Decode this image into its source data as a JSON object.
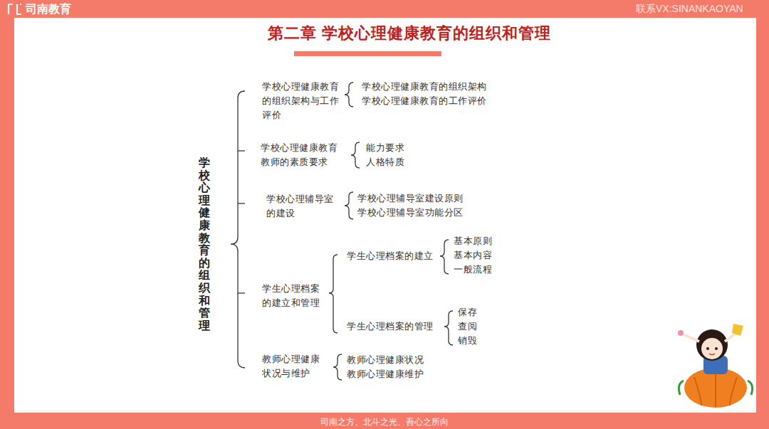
{
  "diagram": {
    "title": "第二章 学校心理健康教育的组织和管理",
    "nodes": [
      {
        "text": [
          "学校心理健康教育的组织和管理"
        ]
      },
      {
        "text": [
          "学校心理健康教育的组织架构与工作评价"
        ]
      },
      {
        "text": [
          "学校心理健康教育的组织架构"
        ]
      },
      {
        "text": [
          "学校心理健康教育的工作评价"
        ]
      },
      {
        "text": [
          "学校心理健康教育教师的素质要求"
        ]
      },
      {
        "text": [
          "能力要求"
        ]
      },
      {
        "text": [
          "人格特质"
        ]
      },
      {
        "text": [
          "学校心理辅导室的建设"
        ]
      },
      {
        "text": [
          "学校心理辅导室建设原则"
        ]
      },
      {
        "text": [
          "学校心理辅导室功能分区"
        ]
      },
      {
        "text": [
          "学生心理档案的建立和管理"
        ]
      },
      {
        "text": [
          "学生心理档案的建立"
        ]
      },
      {
        "text": [
          "基本原则"
        ]
      },
      {
        "text": [
          "基本内容"
        ]
      },
      {
        "text": [
          "一般流程"
        ]
      },
      {
        "text": [
          "学生心理档案的管理"
        ]
      },
      {
        "text": [
          "保存"
        ]
      },
      {
        "text": [
          "查阅"
        ]
      },
      {
        "text": [
          "销毁"
        ]
      },
      {
        "text": [
          "教师心理健康状况与维护"
        ]
      },
      {
        "text": [
          "教师心理健康状况"
        ]
      },
      {
        "text": [
          "教师心理健康维护"
        ]
      }
    ],
    "labels": [
      "司南教育",
      "联系VX:SINANKAOYAN",
      "司南之方、北斗之光、吾心之所向"
    ]
  }
}
